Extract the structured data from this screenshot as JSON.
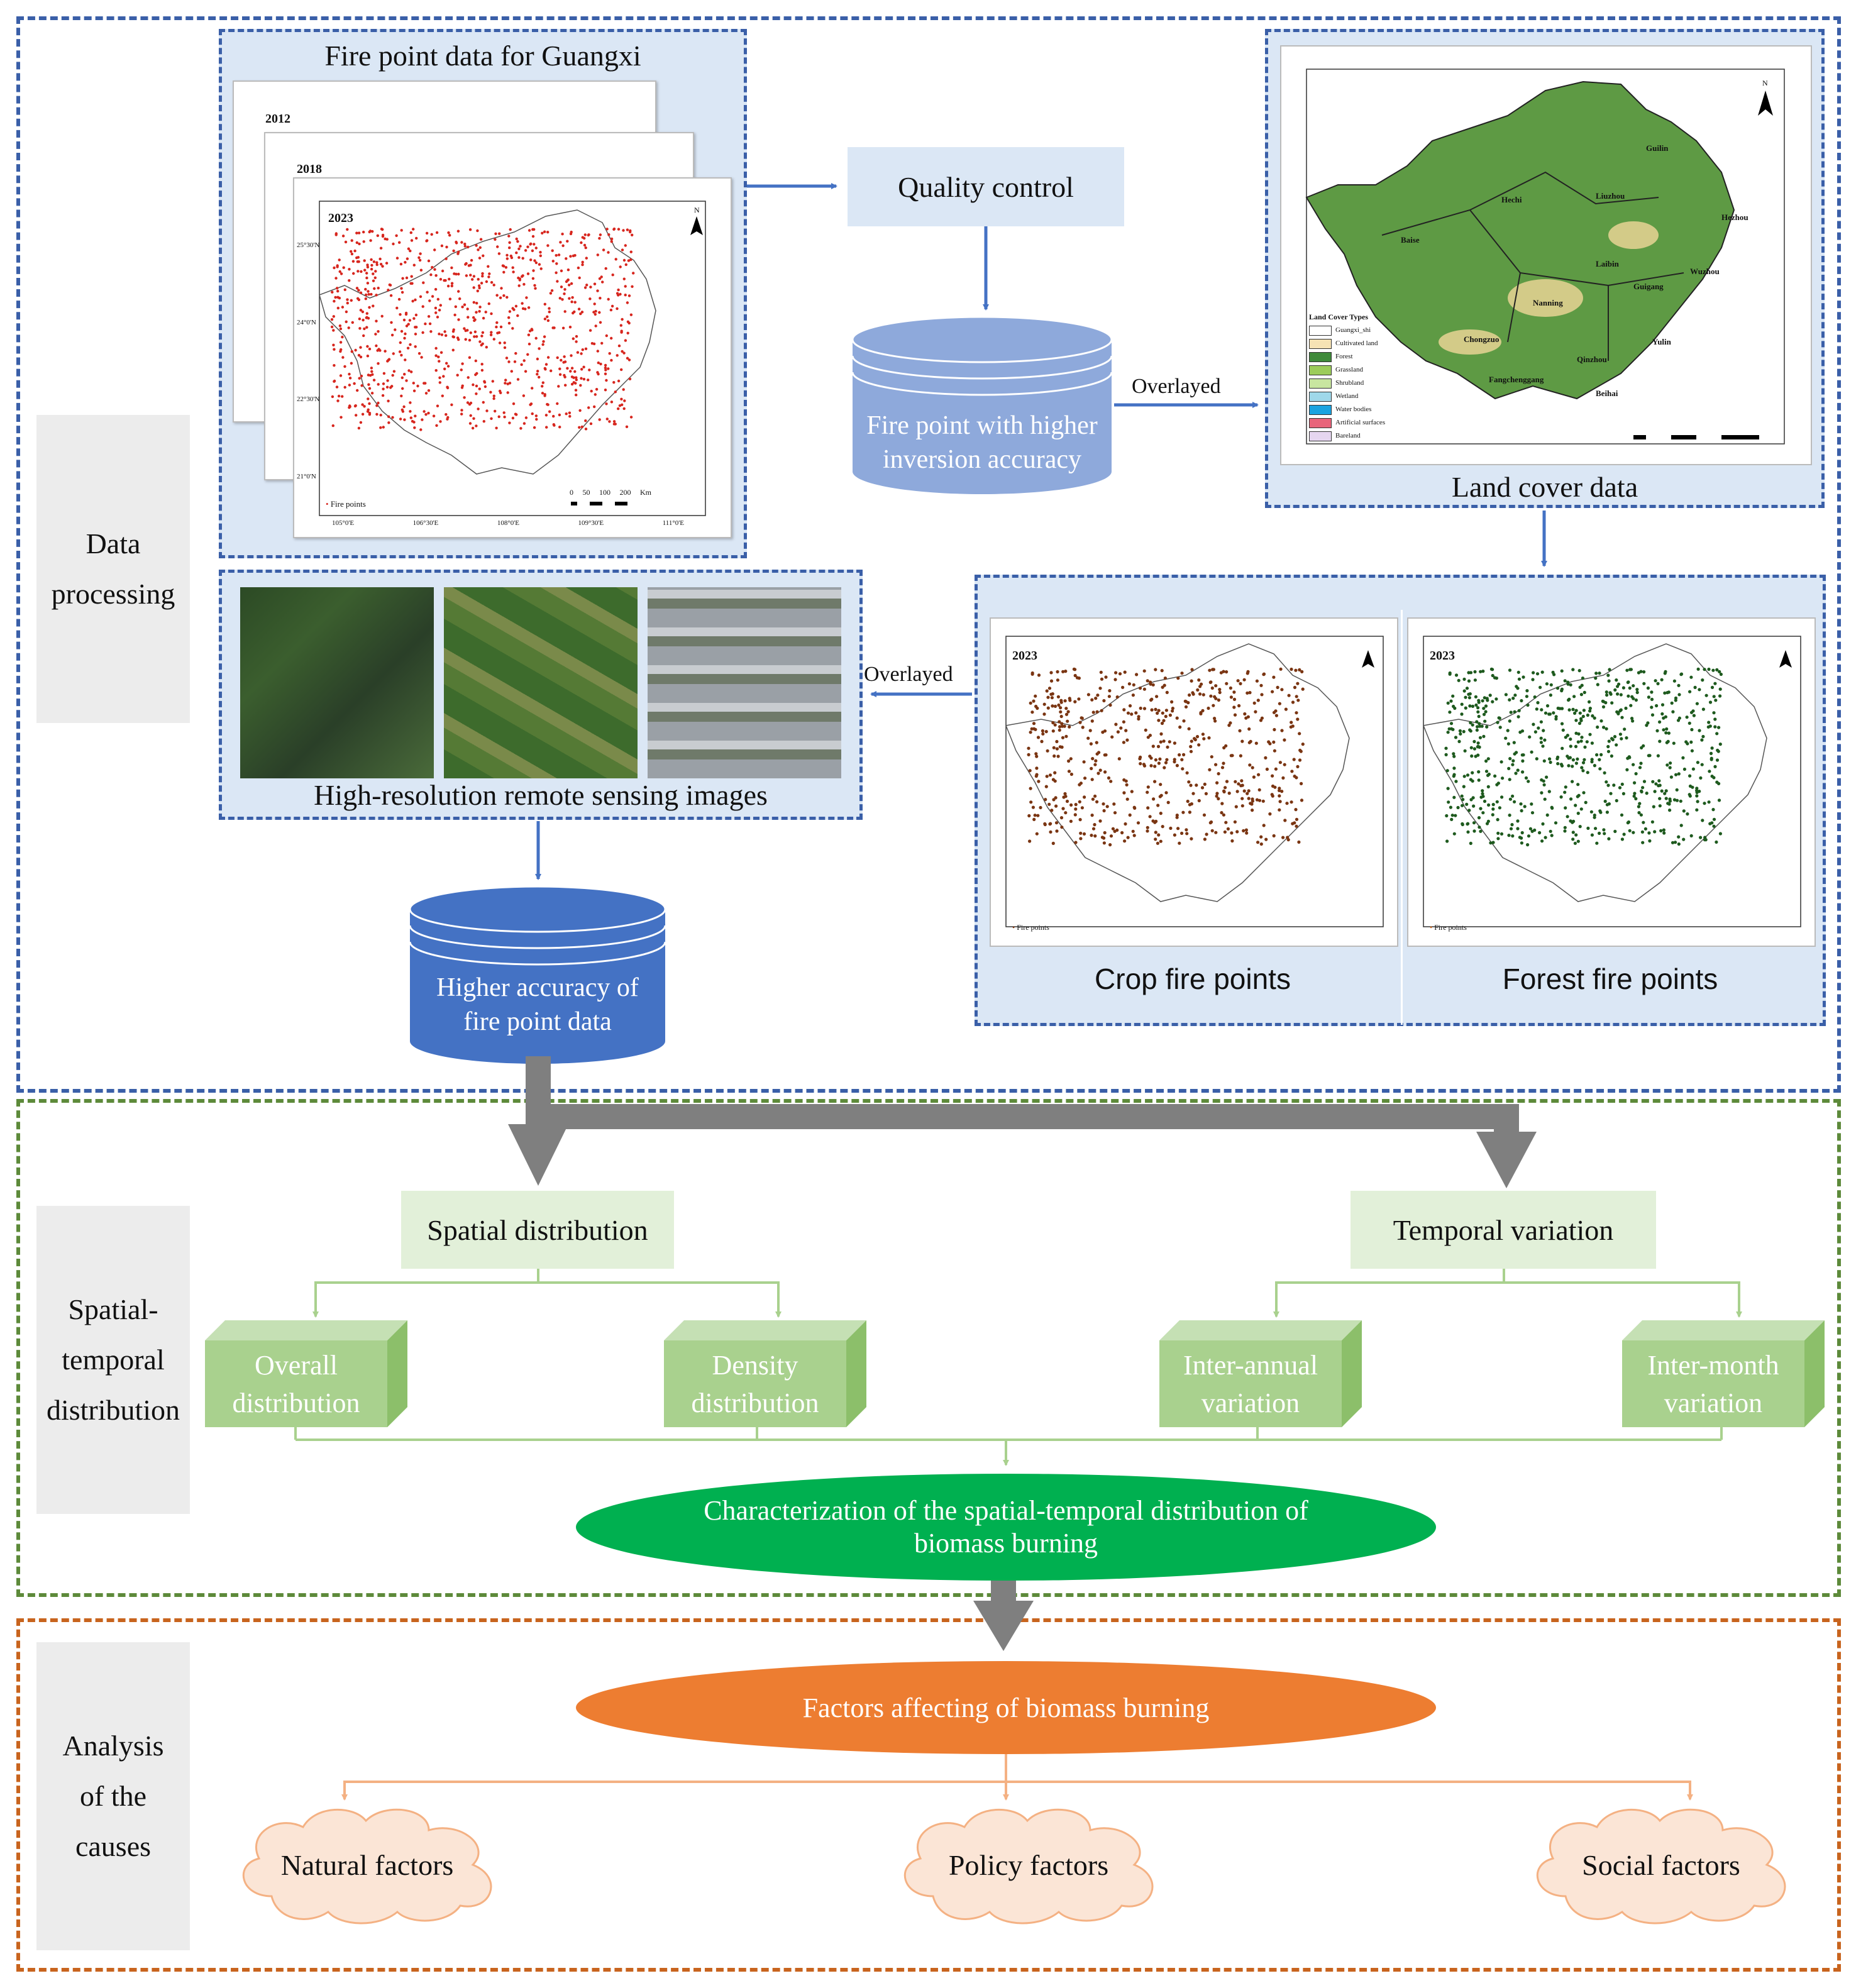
{
  "sections": {
    "data_processing": "Data processing",
    "spatial_temporal": "Spatial-temporal distribution",
    "analysis": "Analysis of the causes"
  },
  "fire_data": {
    "title": "Fire point data for Guangxi",
    "years": [
      "2012",
      "2018",
      "2023"
    ],
    "legend": "Fire points",
    "lon_ticks": [
      "105°0'E",
      "106°30'E",
      "108°0'E",
      "109°30'E",
      "111°0'E"
    ],
    "lat_ticks": [
      "25°30'N",
      "24°0'N",
      "22°30'N",
      "21°0'N"
    ],
    "scale": [
      "0",
      "50",
      "100",
      "200"
    ],
    "scale_unit": "Km",
    "north": "N"
  },
  "quality_control": "Quality control",
  "higher_inversion": "Fire point with higher inversion accuracy",
  "overlayed_1": "Overlayed",
  "overlayed_2": "Overlayed",
  "land_cover": {
    "title": "Land cover data",
    "legend_title": "Land Cover Types",
    "classes": [
      {
        "name": "Guangxi_shi",
        "color": "#ffffff"
      },
      {
        "name": "Cultivated land",
        "color": "#f6e3b4"
      },
      {
        "name": "Forest",
        "color": "#3f8a3a"
      },
      {
        "name": "Grassland",
        "color": "#9ccc5a"
      },
      {
        "name": "Shrubland",
        "color": "#c8e6a0"
      },
      {
        "name": "Wetland",
        "color": "#9fd8ea"
      },
      {
        "name": "Water bodies",
        "color": "#1aa3e0"
      },
      {
        "name": "Artificial surfaces",
        "color": "#e8647a"
      },
      {
        "name": "Bareland",
        "color": "#e6d6f0"
      }
    ],
    "cities": [
      "Hechi",
      "Guilin",
      "Liuzhou",
      "Hezhou",
      "Baise",
      "Laibin",
      "Wuzhou",
      "Nanning",
      "Guigang",
      "Chongzuo",
      "Yulin",
      "Qinzhou",
      "Fangchenggang",
      "Beihai"
    ]
  },
  "hr_images_title": "High-resolution remote sensing images",
  "crop_title": "Crop fire points",
  "forest_title": "Forest fire points",
  "map_year": "2023",
  "higher_accuracy": "Higher accuracy of fire point data",
  "spatial_distribution": "Spatial distribution",
  "temporal_variation": "Temporal variation",
  "overall_distribution": "Overall distribution",
  "density_distribution": "Density distribution",
  "inter_annual": "Inter-annual variation",
  "inter_month": "Inter-month variation",
  "characterization": "Characterization of the spatial-temporal distribution of biomass burning",
  "factors": "Factors affecting of biomass burning",
  "natural": "Natural factors",
  "policy": "Policy factors",
  "social": "Social factors",
  "colors": {
    "blue_dash": "#3a5fa8",
    "green_dash": "#5d8a3a",
    "orange_dash": "#c8641e",
    "light_blue": "#dbe7f5",
    "light_green": "#e2f0d9",
    "cube_green": "#a9d18e",
    "ellipse_green": "#00b050",
    "ellipse_orange": "#ed7d31",
    "cloud": "#fbe5d6",
    "db_light": "#8ea9db",
    "db_dark": "#4472c4",
    "fire_red": "#d7261e",
    "crop_brown": "#7a3512",
    "forest_green": "#1e5a1e"
  }
}
